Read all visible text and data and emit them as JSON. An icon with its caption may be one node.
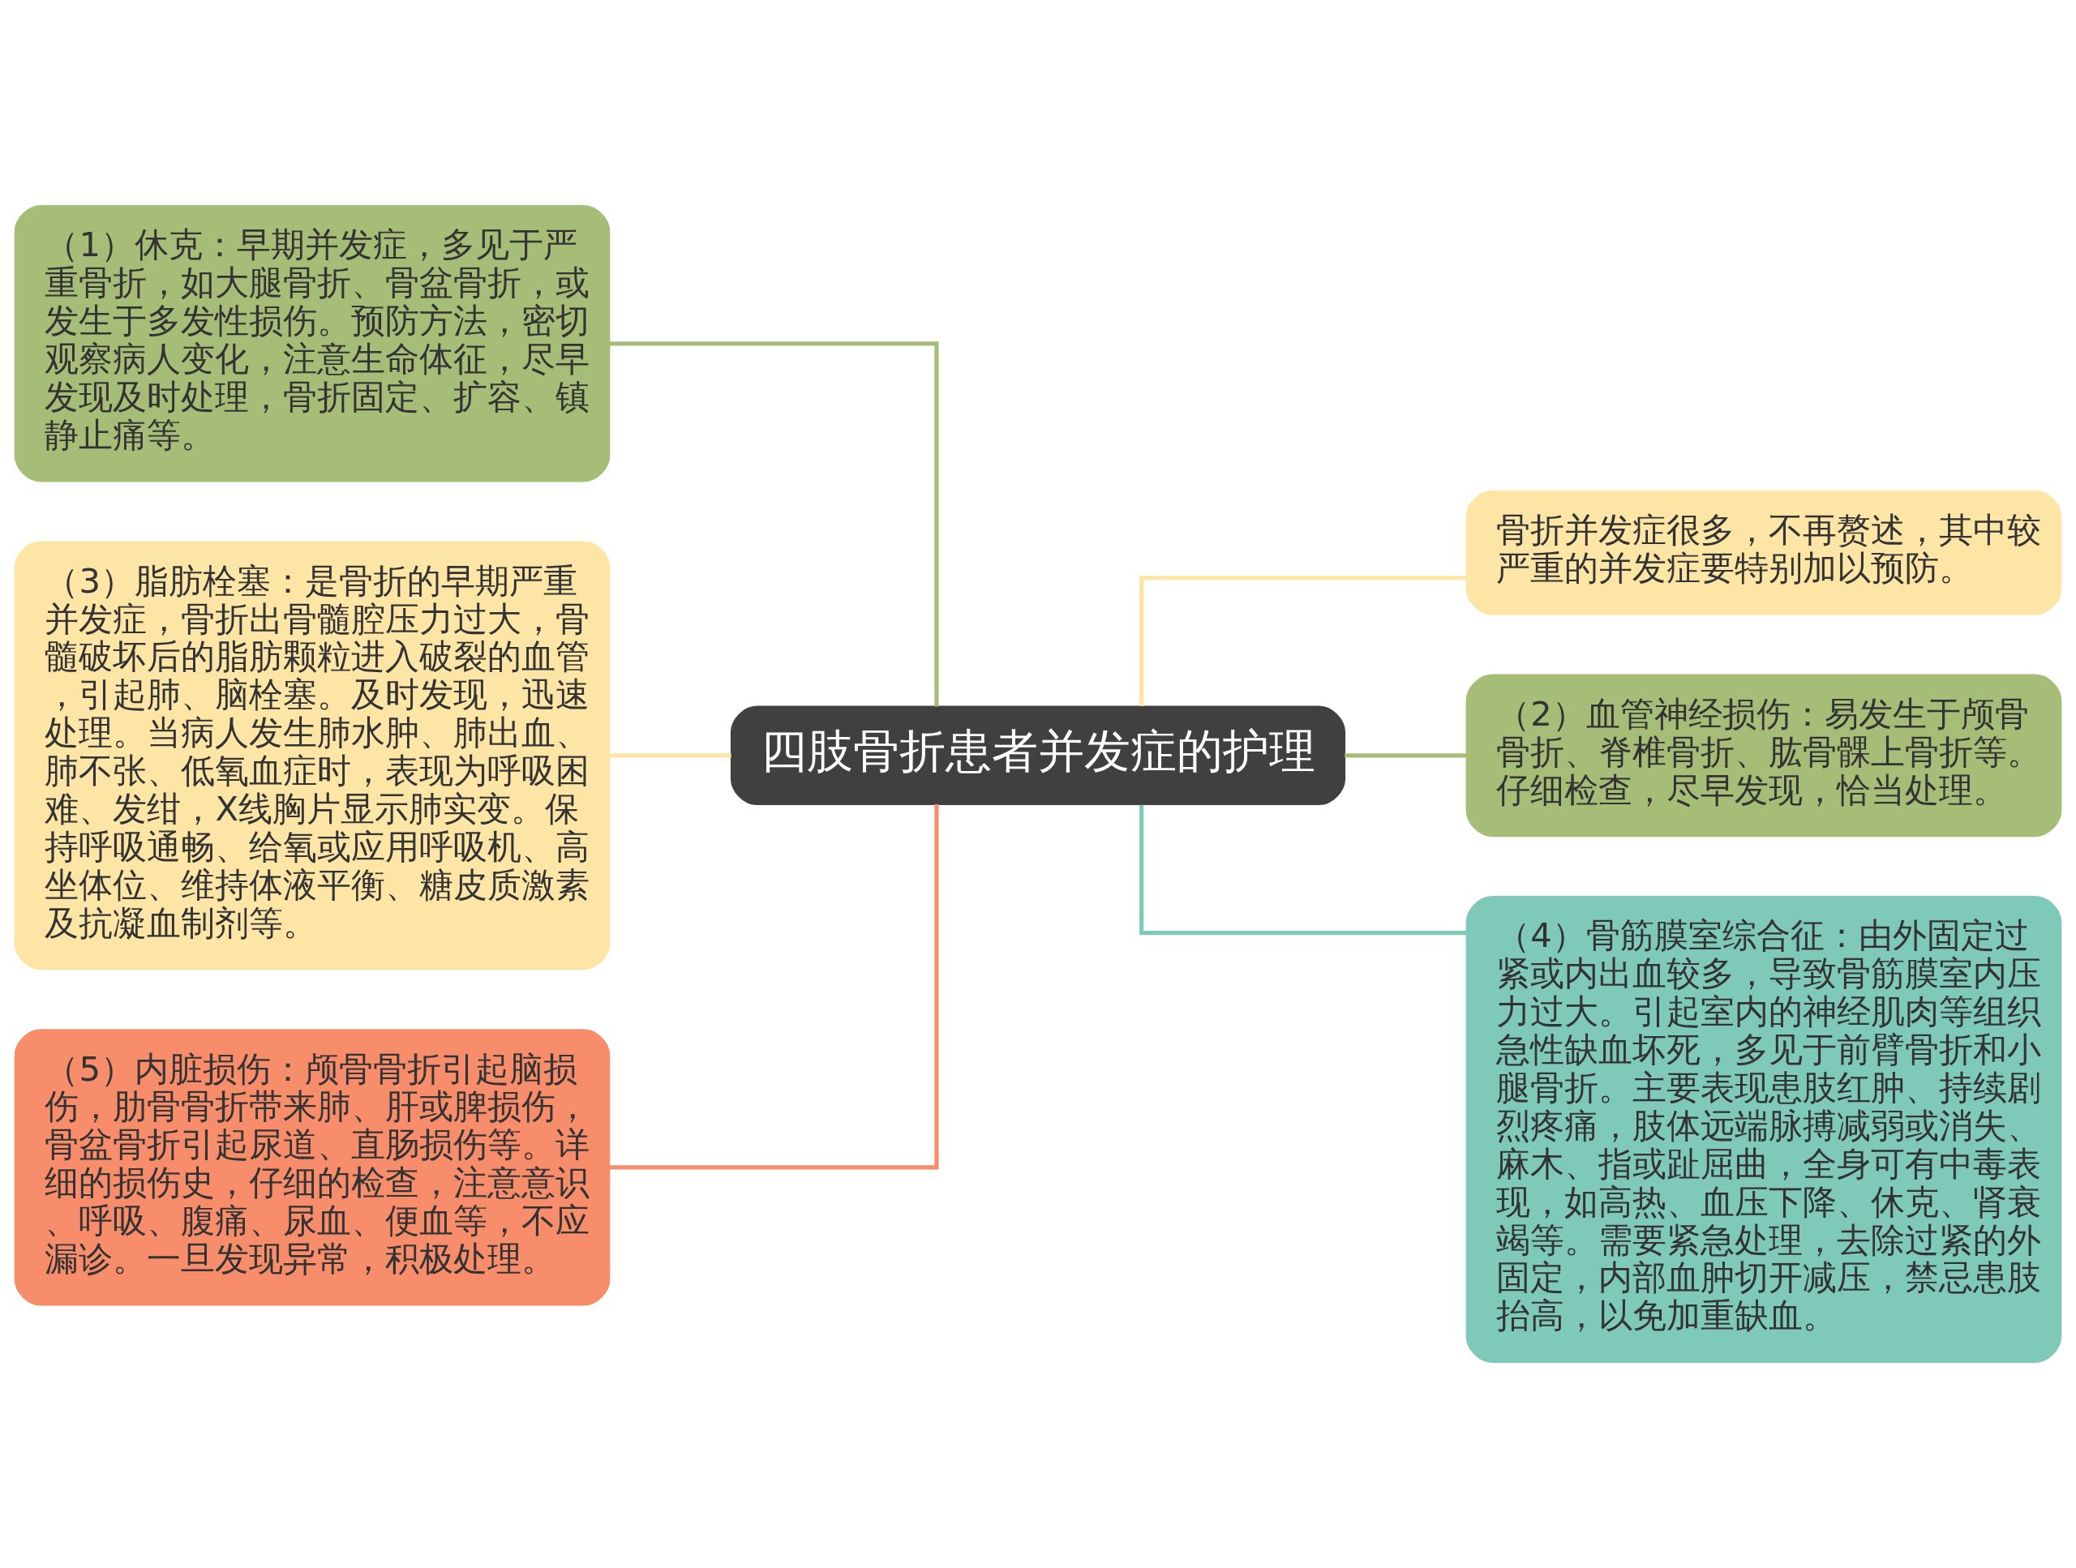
{
  "diagram": {
    "nodes": [
      {
        "text": [
          "四肢骨折患者并发症的护理"
        ]
      },
      {
        "text": [
          "（1）休克：早期并发症，多见于严重骨折，如大腿骨折、骨盆骨折，或发生于多发性损伤。预防方法，密切观察病人变化，注意生命体征，尽早发现及时处理，骨折固定、扩容、镇静止痛等。"
        ]
      },
      {
        "text": [
          "（3）脂肪栓塞：是骨折的早期严重并发症，骨折出骨髓腔压力过大，骨髓破坏后的脂肪颗粒进入破裂的血管，引起肺、脑栓塞。及时发现，迅速处理。当病人发生肺水肿、肺出血、肺不张、低氧血症时，表现为呼吸困难、发绀，X线胸片显示肺实变。保持呼吸通畅、给氧或应用呼吸机、高坐体位、维持体液平衡、糖皮质激素及抗凝血制剂等。"
        ]
      },
      {
        "text": [
          "（5）内脏损伤：颅骨骨折引起脑损伤，肋骨骨折带来肺、肝或脾损伤，骨盆骨折引起尿道、直肠损伤等。详细的损伤史，仔细的检查，注意意识、呼吸、腹痛、尿血、便血等，不应漏诊。一旦发现异常，积极处理。"
        ]
      },
      {
        "text": [
          "骨折并发症很多，不再赘述，其中较严重的并发症要特别加以预防。"
        ]
      },
      {
        "text": [
          "（2）血管神经损伤：易发生于颅骨骨折、脊椎骨折、肱骨髁上骨折等。仔细检查，尽早发现，恰当处理。"
        ]
      },
      {
        "text": [
          "（4）骨筋膜室综合征：由外固定过紧或内出血较多，导致骨筋膜室内压力过大。引起室内的神经肌肉等组织急性缺血坏死，多见于前臂骨折和小腿骨折。主要表现患肢红肿、持续剧烈疼痛，肢体远端脉搏减弱或消失、麻木、指或趾屈曲，全身可有中毒表现，如高热、血压下降、休克、肾衰竭等。需要紧急处理，去除过紧的外固定，内部血肿切开减压，禁忌患肢抬高，以免加重缺血。"
        ]
      }
    ],
    "edges": [
      {
        "from": 0,
        "to": 1,
        "arrow": "none",
        "color": "#a5bd77"
      },
      {
        "from": 0,
        "to": 2,
        "arrow": "none",
        "color": "#fde5a6"
      },
      {
        "from": 0,
        "to": 3,
        "arrow": "none",
        "color": "#f88d6c"
      },
      {
        "from": 0,
        "to": 4,
        "arrow": "none",
        "color": "#fde5a6"
      },
      {
        "from": 0,
        "to": 5,
        "arrow": "none",
        "color": "#a5bd77"
      },
      {
        "from": 0,
        "to": 6,
        "arrow": "none",
        "color": "#7fc9b9"
      }
    ]
  }
}
